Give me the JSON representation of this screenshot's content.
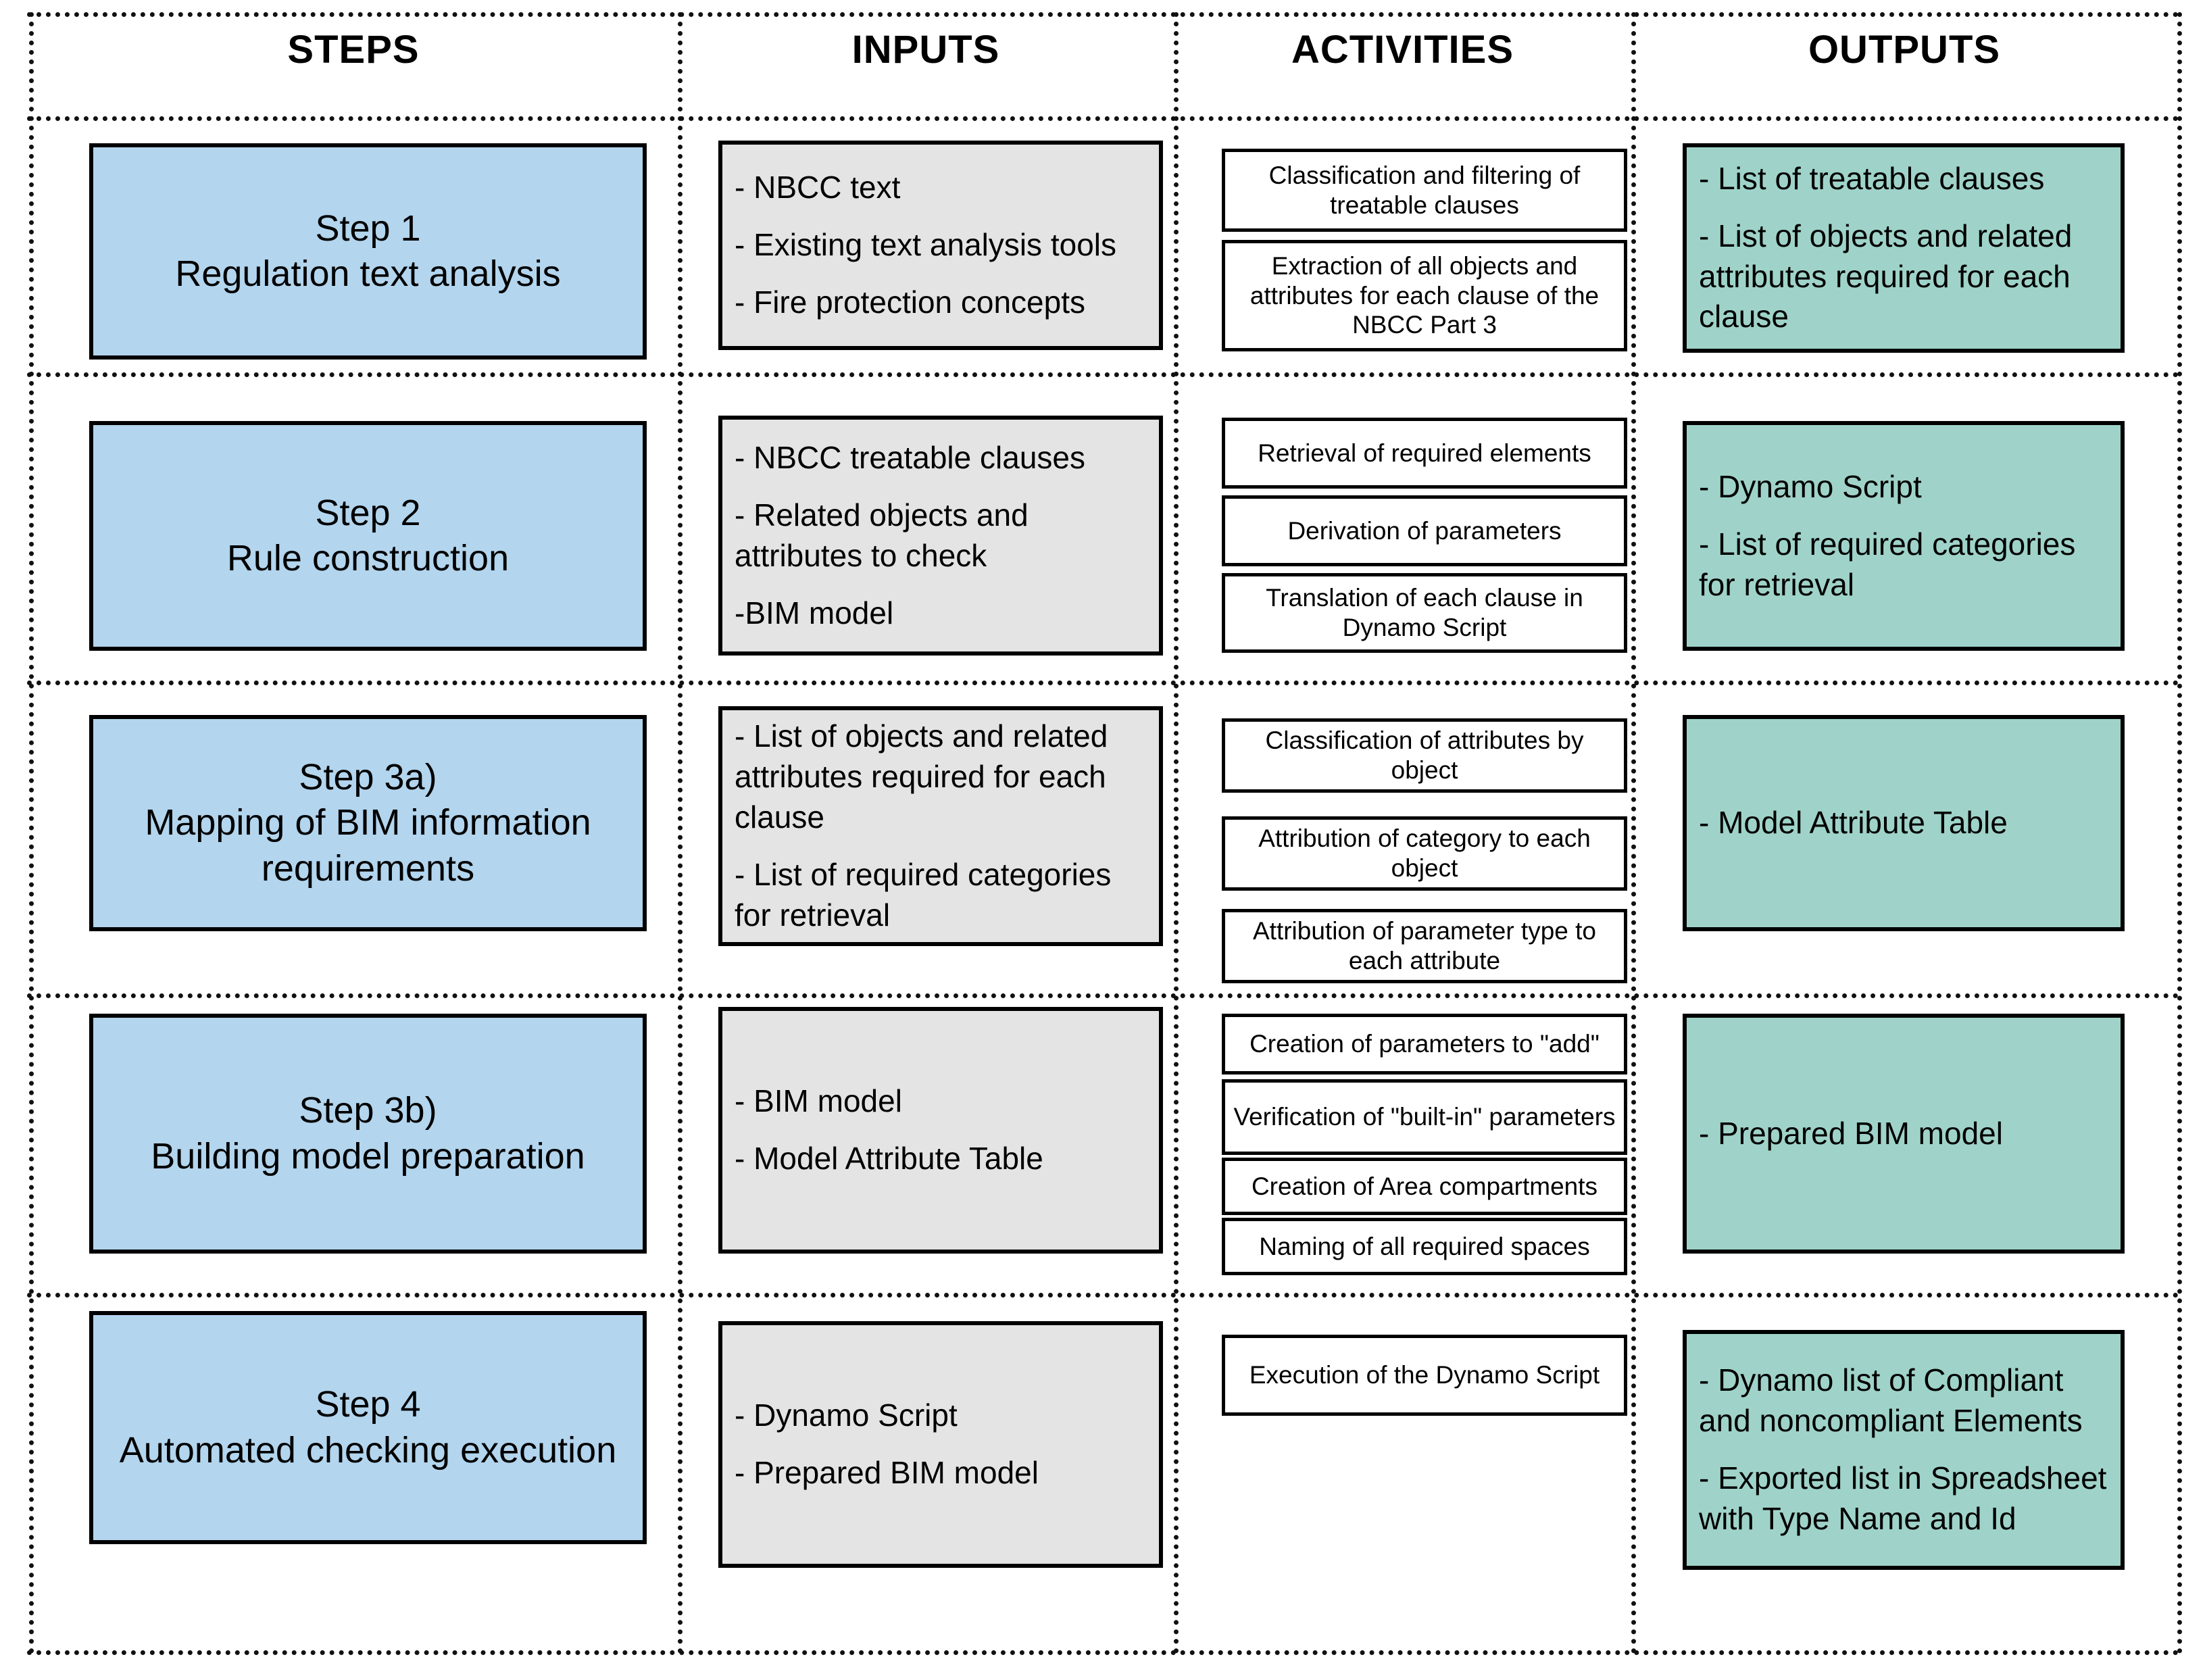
{
  "columns": [
    {
      "id": "steps",
      "label": "STEPS"
    },
    {
      "id": "inputs",
      "label": "INPUTS"
    },
    {
      "id": "activities",
      "label": "ACTIVITIES"
    },
    {
      "id": "outputs",
      "label": "OUTPUTS"
    }
  ],
  "colors": {
    "step_fill": "#b3d5ee",
    "input_fill": "#e4e4e4",
    "activity_fill": "#ffffff",
    "output_fill": "#9fd3c9",
    "border": "#000000",
    "grid": "#111111",
    "page": "#ffffff"
  },
  "rows": [
    {
      "id": "row-1",
      "step": {
        "title": "Step 1",
        "subtitle": "Regulation text analysis"
      },
      "inputs": [
        "- NBCC text",
        "- Existing text analysis tools",
        "- Fire protection concepts"
      ],
      "activities": [
        "Classification and filtering of treatable clauses",
        "Extraction of all objects and attributes for each clause of the NBCC Part 3"
      ],
      "outputs": [
        "- List of treatable clauses",
        "- List of objects and related attributes required for each clause"
      ]
    },
    {
      "id": "row-2",
      "step": {
        "title": "Step 2",
        "subtitle": "Rule construction"
      },
      "inputs": [
        "- NBCC treatable clauses",
        "- Related objects and attributes to check",
        "-BIM model"
      ],
      "activities": [
        "Retrieval of required elements",
        "Derivation of parameters",
        "Translation of each clause in Dynamo Script"
      ],
      "outputs": [
        "- Dynamo Script",
        "- List of required categories for retrieval"
      ]
    },
    {
      "id": "row-3",
      "step": {
        "title": "Step 3a)",
        "subtitle": "Mapping of BIM information requirements"
      },
      "inputs": [
        "- List of objects and related attributes required for each clause",
        "- List of required categories for retrieval"
      ],
      "activities": [
        "Classification of attributes by object",
        "Attribution of category to each object",
        "Attribution of parameter type to each attribute"
      ],
      "outputs": [
        "- Model Attribute Table"
      ]
    },
    {
      "id": "row-4",
      "step": {
        "title": "Step 3b)",
        "subtitle": "Building model preparation"
      },
      "inputs": [
        "- BIM model",
        "- Model Attribute Table"
      ],
      "activities": [
        "Creation of parameters to \"add\"",
        "Verification of \"built-in\" parameters",
        "Creation of Area compartments",
        "Naming of all required spaces"
      ],
      "outputs": [
        "- Prepared BIM model"
      ]
    },
    {
      "id": "row-5",
      "step": {
        "title": "Step 4",
        "subtitle": "Automated checking execution"
      },
      "inputs": [
        "- Dynamo Script",
        "- Prepared BIM model"
      ],
      "activities": [
        "Execution of the Dynamo Script"
      ],
      "outputs": [
        "- Dynamo list of Compliant and noncompliant Elements",
        "- Exported list in Spreadsheet with Type Name and Id"
      ]
    }
  ]
}
